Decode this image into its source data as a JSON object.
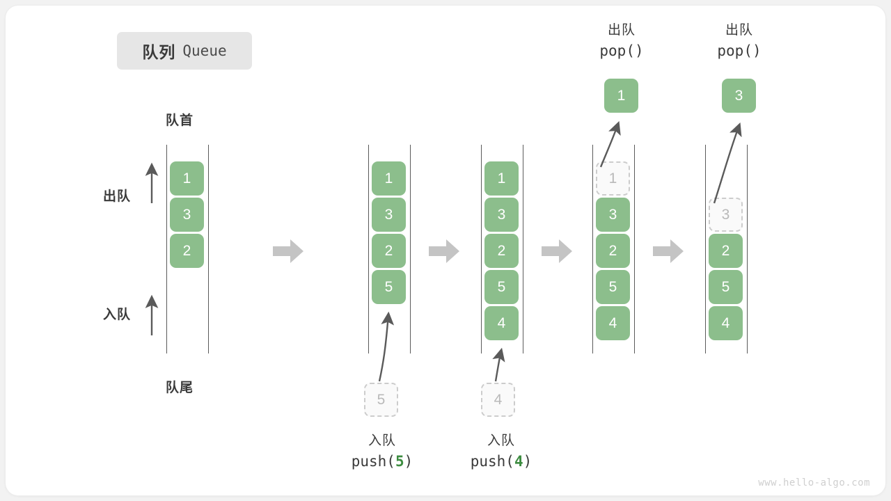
{
  "title": {
    "cn": "队列",
    "en": "Queue"
  },
  "labels": {
    "head": "队首",
    "tail": "队尾",
    "dequeue": "出队",
    "enqueue": "入队"
  },
  "watermark": "www.hello-algo.com",
  "colors": {
    "cell_fill": "#8cbe8c",
    "cell_text": "#ffffff",
    "ghost_fill": "#fafafa",
    "ghost_border": "#cccccc",
    "ghost_text": "#b9b9b9",
    "rail": "#5a5a5a",
    "arrow": "#5a5a5a",
    "block_arrow": "#c4c4c4",
    "accent_number": "#3d8c40",
    "badge_bg": "#e6e6e6",
    "text": "#3a3a3a"
  },
  "chart_data": {
    "type": "diagram",
    "title": "队列 Queue",
    "description": "Queue push/pop operation sequence, five states left to right",
    "states": [
      {
        "id": "state-1",
        "cells": [
          "1",
          "3",
          "2"
        ],
        "ghost": null,
        "popped": null,
        "caption": null
      },
      {
        "id": "state-2",
        "cells": [
          "1",
          "3",
          "2",
          "5"
        ],
        "ghost": "5",
        "popped": null,
        "caption": "push(5)"
      },
      {
        "id": "state-3",
        "cells": [
          "1",
          "3",
          "2",
          "5",
          "4"
        ],
        "ghost": "4",
        "popped": null,
        "caption": "push(4)"
      },
      {
        "id": "state-4",
        "cells": [
          "3",
          "2",
          "5",
          "4"
        ],
        "ghost": "1",
        "popped": "1",
        "caption": "pop()"
      },
      {
        "id": "state-5",
        "cells": [
          "2",
          "5",
          "4"
        ],
        "ghost": "3",
        "popped": "3",
        "caption": "pop()"
      }
    ]
  },
  "columns": {
    "c1": {
      "name": "queue-initial",
      "cells": [
        "1",
        "3",
        "2"
      ],
      "head_label": "队首",
      "tail_label": "队尾",
      "dequeue_label": "出队",
      "enqueue_label": "入队"
    },
    "c2": {
      "name": "queue-push-5",
      "cells": [
        "1",
        "3",
        "2",
        "5"
      ],
      "ghost": "5",
      "op_cn": "入队",
      "op_code_prefix": "push(",
      "op_code_num": "5",
      "op_code_suffix": ")"
    },
    "c3": {
      "name": "queue-push-4",
      "cells": [
        "1",
        "3",
        "2",
        "5",
        "4"
      ],
      "ghost": "4",
      "op_cn": "入队",
      "op_code_prefix": "push(",
      "op_code_num": "4",
      "op_code_suffix": ")"
    },
    "c4": {
      "name": "queue-pop-1",
      "cells": [
        "3",
        "2",
        "5",
        "4"
      ],
      "ghost": "1",
      "popped": "1",
      "op_cn": "出队",
      "op_code": "pop()"
    },
    "c5": {
      "name": "queue-pop-3",
      "cells": [
        "2",
        "5",
        "4"
      ],
      "ghost": "3",
      "popped": "3",
      "op_cn": "出队",
      "op_code": "pop()"
    }
  }
}
